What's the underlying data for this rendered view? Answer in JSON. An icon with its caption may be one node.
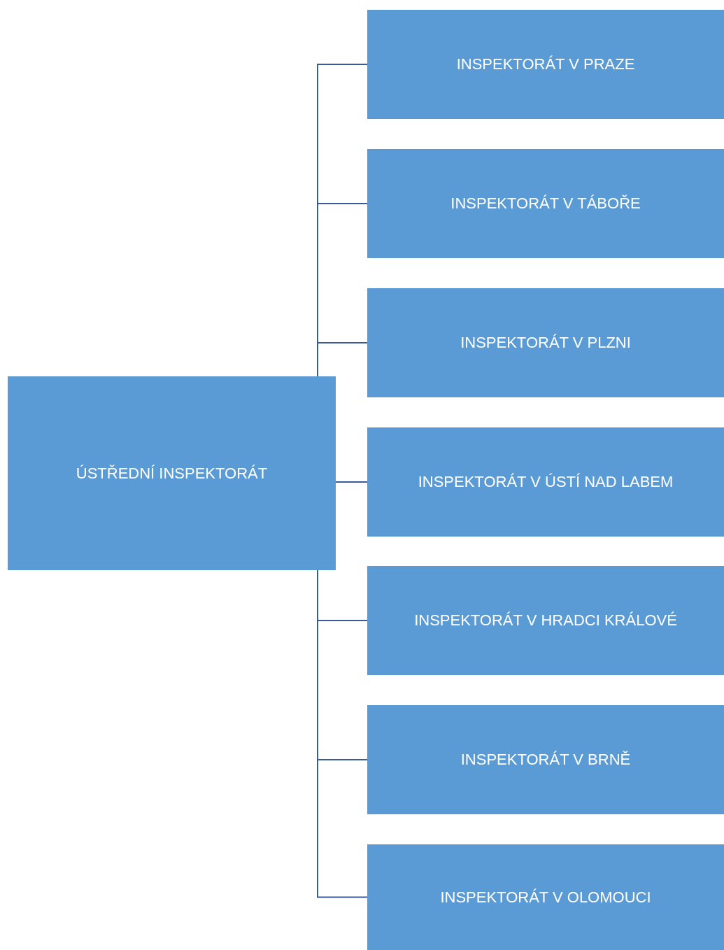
{
  "diagram": {
    "nodes": [
      {
        "text": [
          "ÚSTŘEDNÍ INSPEKTORÁT"
        ]
      },
      {
        "text": [
          "INSPEKTORÁT V PRAZE"
        ]
      },
      {
        "text": [
          "INSPEKTORÁT V TÁBOŘE"
        ]
      },
      {
        "text": [
          "INSPEKTORÁT V PLZNI"
        ]
      },
      {
        "text": [
          "INSPEKTORÁT V ÚSTÍ NAD LABEM"
        ]
      },
      {
        "text": [
          "INSPEKTORÁT V HRADCI KRÁLOVÉ"
        ]
      },
      {
        "text": [
          "INSPEKTORÁT V BRNĚ"
        ]
      },
      {
        "text": [
          "INSPEKTORÁT V OLOMOUCI"
        ]
      }
    ],
    "edges": [
      {
        "from": 0,
        "to": 1,
        "arrow": "none"
      },
      {
        "from": 0,
        "to": 2,
        "arrow": "none"
      },
      {
        "from": 0,
        "to": 3,
        "arrow": "none"
      },
      {
        "from": 0,
        "to": 4,
        "arrow": "none"
      },
      {
        "from": 0,
        "to": 5,
        "arrow": "none"
      },
      {
        "from": 0,
        "to": 6,
        "arrow": "none"
      },
      {
        "from": 0,
        "to": 7,
        "arrow": "none"
      }
    ]
  }
}
